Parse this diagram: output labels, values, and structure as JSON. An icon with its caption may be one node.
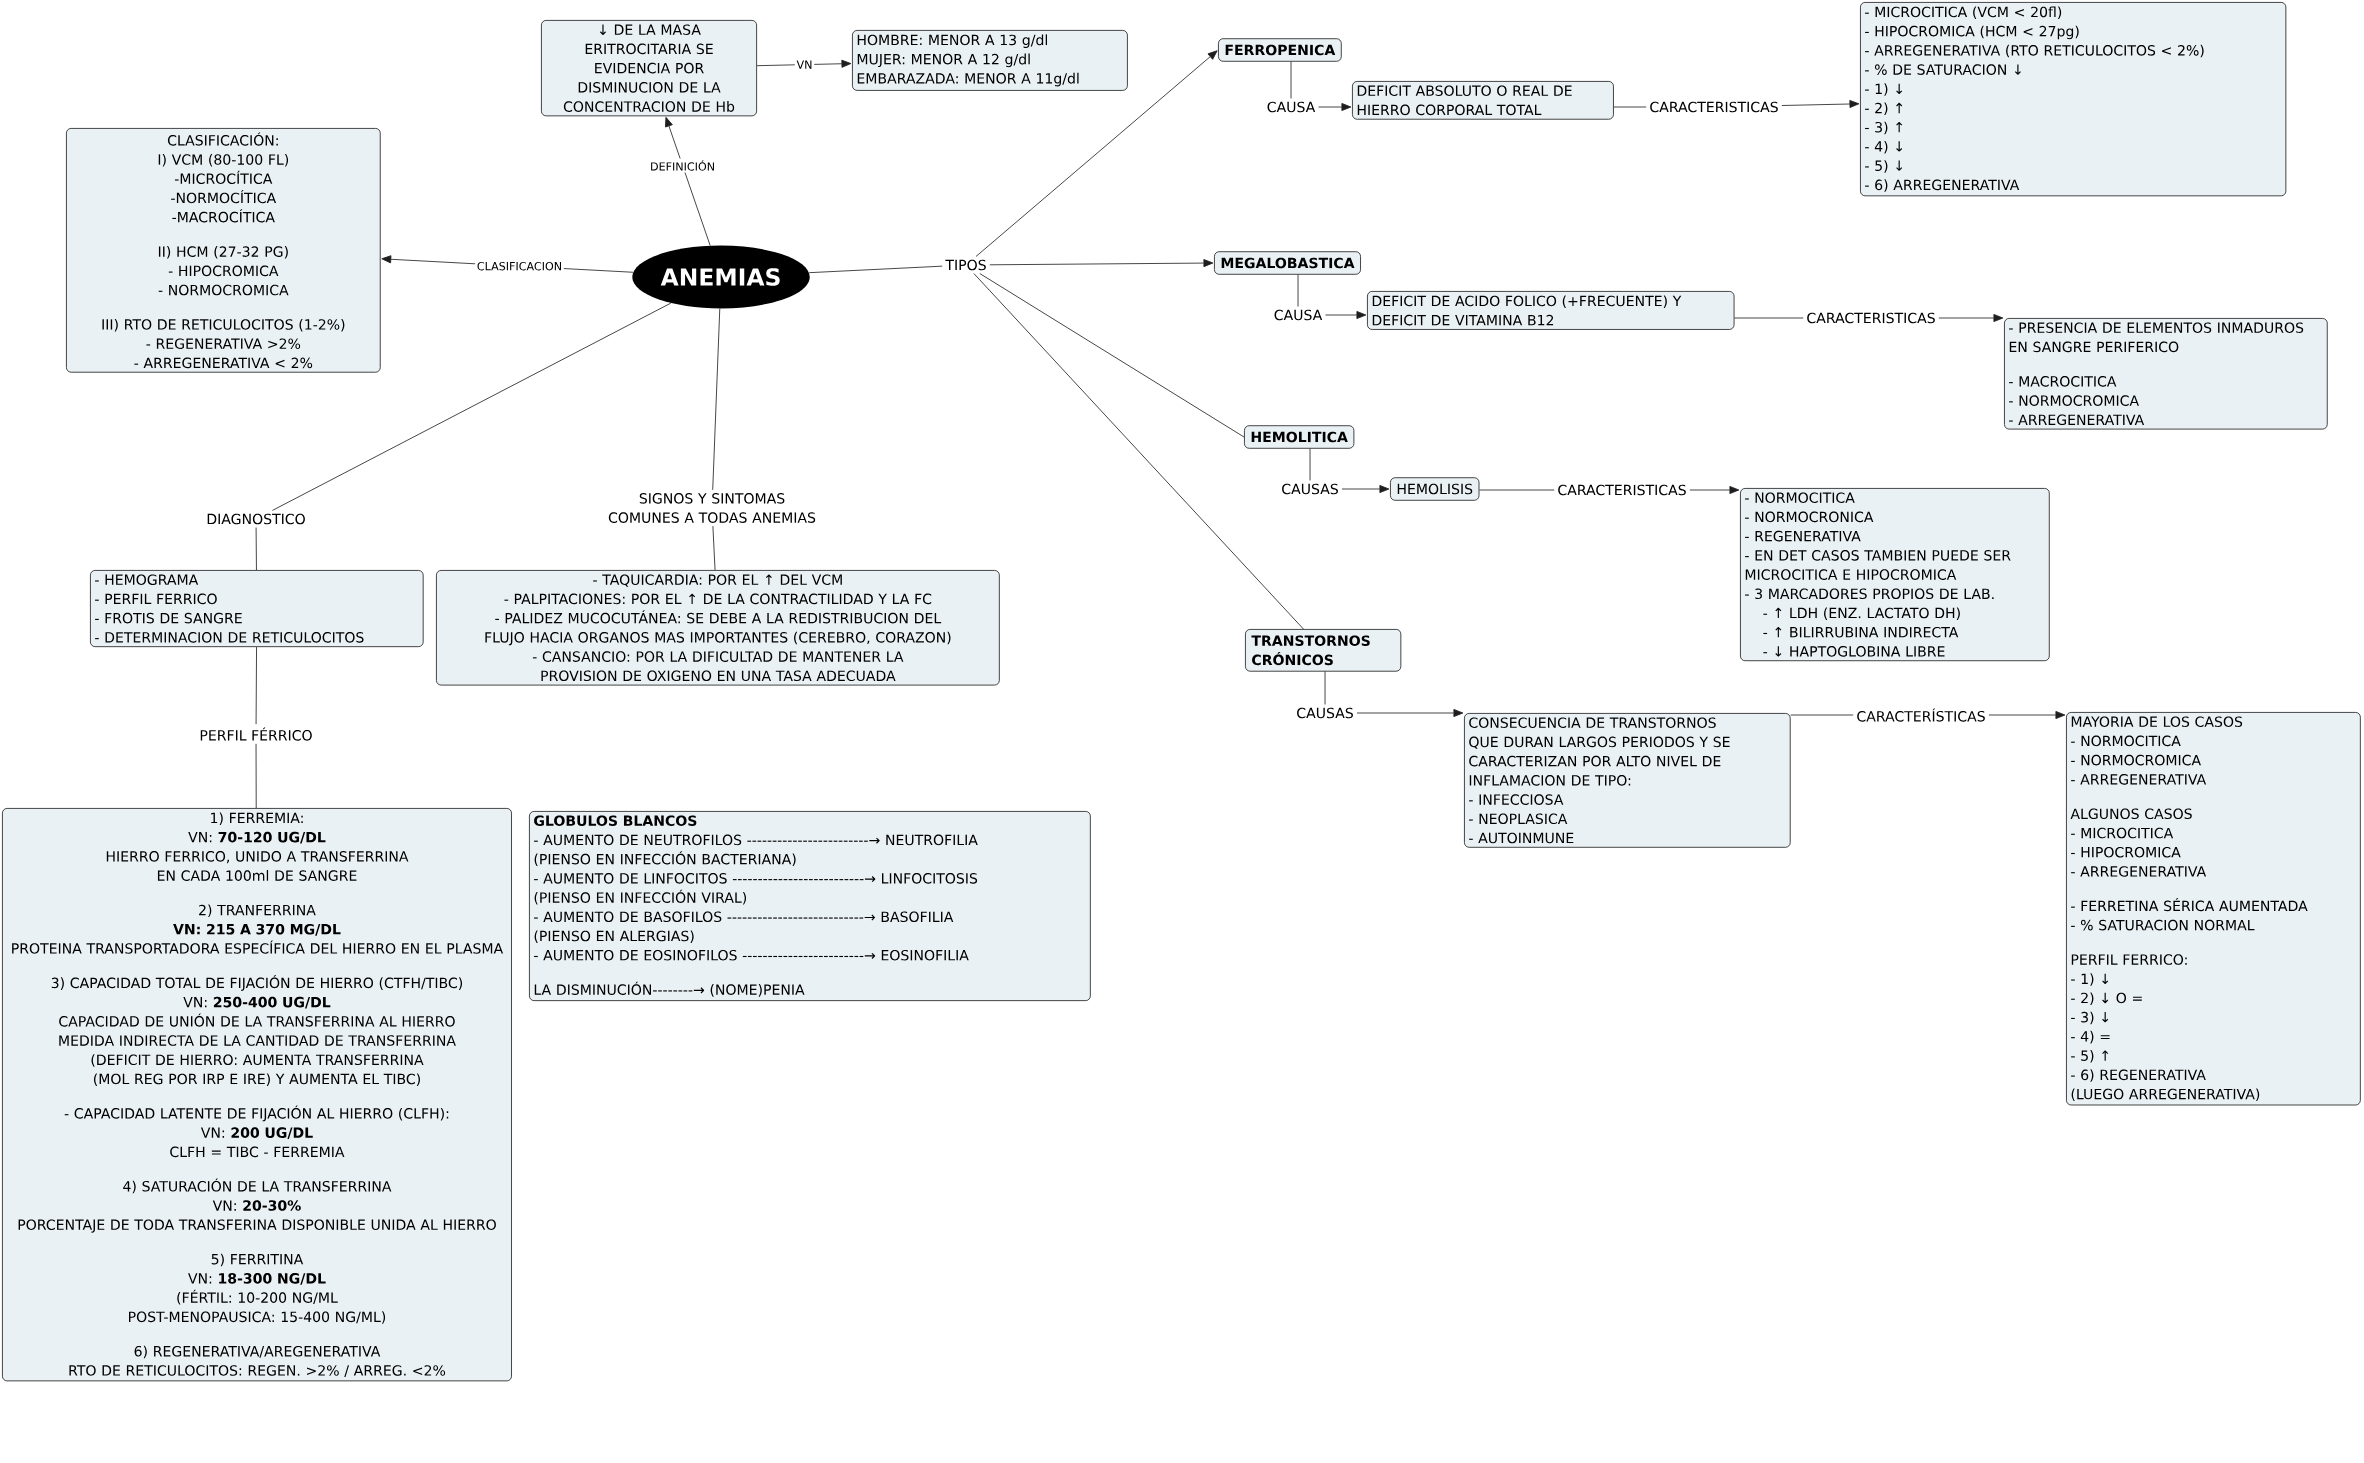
{
  "diagram": {
    "nodes": [
      {
        "text": [
          "ANEMIAS"
        ]
      },
      {
        "text": [
          "↓ DE LA MASA ERITROCITARIA SE EVIDENCIA POR DISMINUCION DE LA CONCENTRACION DE Hb"
        ]
      },
      {
        "text": [
          "HOMBRE: MENOR A 13 g/dl",
          "MUJER: MENOR A 12 g/dl",
          "EMBARAZADA: MENOR A 11g/dl"
        ]
      },
      {
        "text": [
          "CLASIFICACIÓN:",
          "I) VCM (80-100 FL)",
          "-MICROCÍTICA",
          "-NORMOCÍTICA",
          "-MACROCÍTICA",
          "II) HCM (27-32 PG)",
          "- HIPOCROMICA",
          "- NORMOCROMICA",
          "III) RTO DE RETICULOCITOS (1-2%)",
          "- REGENERATIVA >2%",
          "- ARREGENERATIVA < 2%"
        ]
      },
      {
        "text": [
          "TIPOS"
        ]
      },
      {
        "text": [
          "FERROPENICA"
        ]
      },
      {
        "text": [
          "CAUSA"
        ]
      },
      {
        "text": [
          "DEFICIT ABSOLUTO O REAL DE HIERRO CORPORAL TOTAL"
        ]
      },
      {
        "text": [
          "CARACTERISTICAS"
        ]
      },
      {
        "text": [
          "- MICROCITICA (VCM < 20fl)",
          "- HIPOCROMICA (HCM < 27pg)",
          "- ARREGENERATIVA (RTO RETICULOCITOS < 2%)",
          "- % DE SATURACION ↓",
          "- 1) ↓",
          "- 2) ↑",
          "- 3) ↑",
          "- 4) ↓",
          "- 5) ↓",
          "- 6) ARREGENERATIVA"
        ]
      },
      {
        "text": [
          "MEGALOBASTICA"
        ]
      },
      {
        "text": [
          "CAUSA"
        ]
      },
      {
        "text": [
          "DEFICIT DE ACIDO FOLICO (+FRECUENTE) Y DEFICIT DE VITAMINA B12"
        ]
      },
      {
        "text": [
          "CARACTERISTICAS"
        ]
      },
      {
        "text": [
          "- PRESENCIA DE ELEMENTOS INMADUROS EN SANGRE PERIFERICO",
          "- MACROCITICA",
          "- NORMOCROMICA",
          "- ARREGENERATIVA"
        ]
      },
      {
        "text": [
          "HEMOLITICA"
        ]
      },
      {
        "text": [
          "CAUSAS"
        ]
      },
      {
        "text": [
          "HEMOLISIS"
        ]
      },
      {
        "text": [
          "CARACTERISTICAS"
        ]
      },
      {
        "text": [
          "- NORMOCITICA",
          "- NORMOCRONICA",
          "- REGENERATIVA",
          "- EN DET CASOS TAMBIEN PUEDE SER MICROCITICA E HIPOCROMICA",
          "- 3 MARCADORES PROPIOS DE LAB.",
          "- ↑ LDH (ENZ. LACTATO DH)",
          "- ↑ BILIRRUBINA INDIRECTA",
          "- ↓ HAPTOGLOBINA LIBRE"
        ]
      },
      {
        "text": [
          "TRANSTORNOS CRÓNICOS"
        ]
      },
      {
        "text": [
          "CAUSAS"
        ]
      },
      {
        "text": [
          "CONSECUENCIA DE TRANSTORNOS QUE DURAN LARGOS PERIODOS Y SE CARACTERIZAN POR ALTO NIVEL DE INFLAMACION DE TIPO:",
          "- INFECCIOSA",
          "- NEOPLASICA",
          "- AUTOINMUNE"
        ]
      },
      {
        "text": [
          "CARACTERÍSTICAS"
        ]
      },
      {
        "text": [
          "MAYORIA DE LOS CASOS",
          "- NORMOCITICA",
          "- NORMOCROMICA",
          "- ARREGENERATIVA",
          "ALGUNOS CASOS",
          "- MICROCITICA",
          "- HIPOCROMICA",
          "- ARREGENERATIVA",
          "- FERRETINA SÉRICA AUMENTADA",
          "- % SATURACION NORMAL",
          "PERFIL FERRICO:",
          "- 1) ↓",
          "- 2) ↓ O =",
          "- 3) ↓",
          "- 4) =",
          "- 5) ↑",
          "- 6) REGENERATIVA",
          "(LUEGO ARREGENERATIVA)"
        ]
      },
      {
        "text": [
          "DIAGNOSTICO"
        ]
      },
      {
        "text": [
          "- HEMOGRAMA",
          "- PERFIL FERRICO",
          "- FROTIS DE SANGRE",
          "- DETERMINACION DE RETICULOCITOS"
        ]
      },
      {
        "text": [
          "PERFIL FÉRRICO"
        ]
      },
      {
        "text": [
          "1) FERREMIA:",
          "VN: **70-120 UG/DL**",
          "HIERRO FERRICO, UNIDO A TRANSFERRINA EN CADA 100ml DE SANGRE",
          "2) TRANFERRINA",
          "VN: 215 A 370 MG/DL",
          "PROTEINA TRANSPORTADORA ESPECÍFICA DEL HIERRO EN EL PLASMA",
          "3) CAPACIDAD TOTAL DE FIJACIÓN DE HIERRO (CTFH/TIBC)",
          "VN: **250-400 UG/DL**",
          "CAPACIDAD DE UNIÓN DE LA TRANSFERRINA AL HIERRO",
          "MEDIDA INDIRECTA DE LA CANTIDAD DE TRANSFERRINA",
          "(DEFICIT DE HIERRO: AUMENTA TRANSFERRINA (MOL REG POR IRP E IRE) Y AUMENTA EL TIBC)",
          "- CAPACIDAD LATENTE DE FIJACIÓN AL HIERRO (CLFH):",
          "VN: **200 UG/DL**",
          "CLFH = TIBC - FERREMIA",
          "4) SATURACIÓN DE LA TRANSFERRINA",
          "VN: **20-30%**",
          "PORCENTAJE DE TODA TRANSFERINA DISPONIBLE UNIDA AL HIERRO",
          "5) FERRITINA",
          "VN: **18-300 NG/DL**",
          "(FÉRTIL: 10-200 NG/ML",
          "POST-MENOPAUSICA: 15-400 NG/ML)",
          "6) REGENERATIVA/AREGENERATIVA",
          "RTO DE RETICULOCITOS: REGEN. >2% / ARREG. <2%"
        ]
      },
      {
        "text": [
          "SIGNOS Y SINTOMAS COMUNES A TODAS ANEMIAS"
        ]
      },
      {
        "text": [
          "- TAQUICARDIA: POR EL ↑ DEL VCM",
          "- PALPITACIONES: POR EL ↑ DE LA CONTRACTILIDAD Y LA FC",
          "- PALIDEZ MUCOCUTÁNEA: SE DEBE A LA REDISTRIBUCION DEL FLUJO HACIA ORGANOS MAS IMPORTANTES (CEREBRO, CORAZON)",
          "- CANSANCIO: POR LA DIFICULTAD DE MANTENER LA PROVISION DE OXIGENO EN UNA TASA ADECUADA"
        ]
      },
      {
        "text": [
          "GLOBULOS BLANCOS",
          "- AUMENTO DE NEUTROFILOS ------------------------→ NEUTROFILIA",
          "(PIENSO EN INFECCIÓN BACTERIANA)",
          "- AUMENTO DE LINFOCITOS --------------------------→ LINFOCITOSIS",
          "(PIENSO EN INFECCIÓN VIRAL)",
          "- AUMENTO DE BASOFILOS ---------------------------→ BASOFILIA",
          "(PIENSO EN ALERGIAS)",
          "- AUMENTO DE EOSINOFILOS ------------------------→ EOSINOFILIA",
          "LA DISMINUCIÓN--------→ (NOME)PENIA"
        ]
      }
    ],
    "edges": [
      {
        "from": 0,
        "to": 1,
        "arrow": "to",
        "label": "DEFINICIÓN"
      },
      {
        "from": 1,
        "to": 2,
        "arrow": "to",
        "label": "VN"
      },
      {
        "from": 0,
        "to": 3,
        "arrow": "to",
        "label": "CLASIFICACION"
      },
      {
        "from": 0,
        "to": 4,
        "arrow": "none"
      },
      {
        "from": 4,
        "to": 5,
        "arrow": "to"
      },
      {
        "from": 4,
        "to": 10,
        "arrow": "to"
      },
      {
        "from": 4,
        "to": 15,
        "arrow": "none"
      },
      {
        "from": 4,
        "to": 20,
        "arrow": "none"
      },
      {
        "from": 5,
        "to": 6,
        "arrow": "none"
      },
      {
        "from": 6,
        "to": 7,
        "arrow": "to"
      },
      {
        "from": 7,
        "to": 8,
        "arrow": "none"
      },
      {
        "from": 8,
        "to": 9,
        "arrow": "to"
      },
      {
        "from": 10,
        "to": 11,
        "arrow": "none"
      },
      {
        "from": 11,
        "to": 12,
        "arrow": "to"
      },
      {
        "from": 12,
        "to": 13,
        "arrow": "none"
      },
      {
        "from": 13,
        "to": 14,
        "arrow": "to"
      },
      {
        "from": 15,
        "to": 16,
        "arrow": "none"
      },
      {
        "from": 16,
        "to": 17,
        "arrow": "to"
      },
      {
        "from": 17,
        "to": 18,
        "arrow": "none"
      },
      {
        "from": 18,
        "to": 19,
        "arrow": "to"
      },
      {
        "from": 20,
        "to": 21,
        "arrow": "none"
      },
      {
        "from": 21,
        "to": 22,
        "arrow": "to"
      },
      {
        "from": 22,
        "to": 23,
        "arrow": "none"
      },
      {
        "from": 23,
        "to": 24,
        "arrow": "to"
      },
      {
        "from": 0,
        "to": 25,
        "arrow": "none"
      },
      {
        "from": 25,
        "to": 26,
        "arrow": "none"
      },
      {
        "from": 26,
        "to": 27,
        "arrow": "none"
      },
      {
        "from": 27,
        "to": 28,
        "arrow": "none"
      },
      {
        "from": 0,
        "to": 29,
        "arrow": "none"
      },
      {
        "from": 29,
        "to": 30,
        "arrow": "none"
      }
    ]
  }
}
